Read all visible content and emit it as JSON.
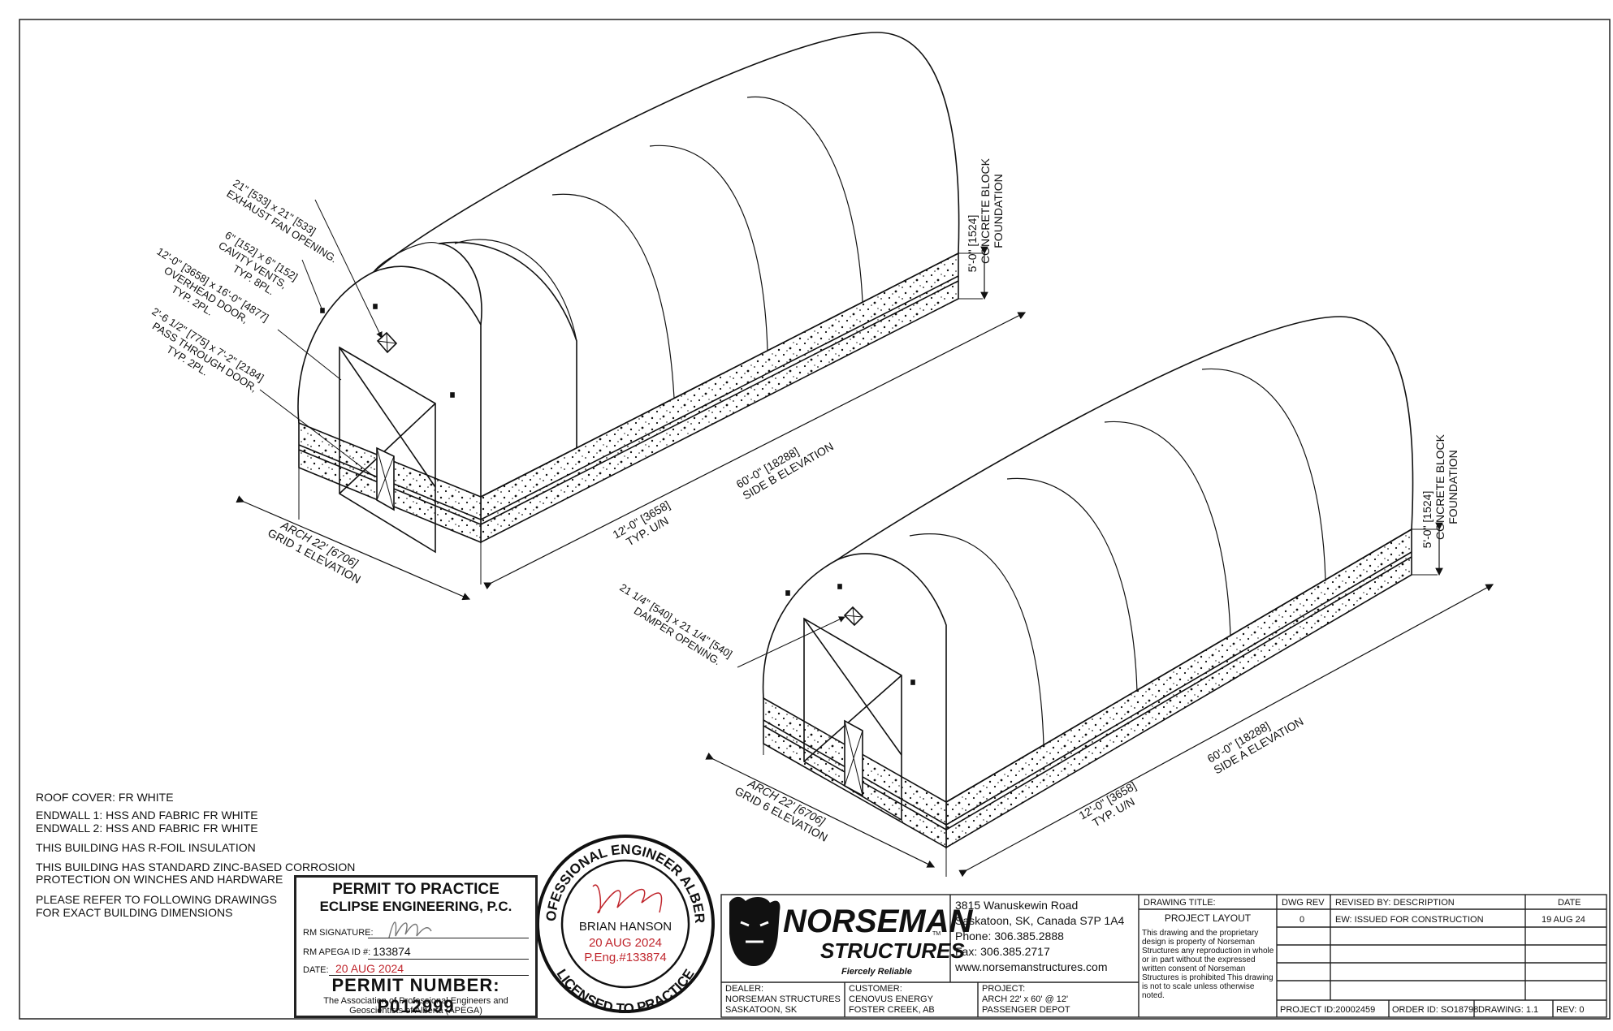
{
  "building1": {
    "callout_exhaust": [
      "21\" [533] x 21\" [533]",
      "EXHAUST FAN OPENING."
    ],
    "callout_vents": [
      "6\" [152] x 6\" [152]",
      "CAVITY VENTS,",
      "TYP. 8PL."
    ],
    "callout_overhead": [
      "12'-0\" [3658] x 16'-0\" [4877]",
      "OVERHEAD DOOR,",
      "TYP. 2PL."
    ],
    "callout_pass": [
      "2'-6 1/2\" [775] x 7'-2\" [2184]",
      "PASS THROUGH DOOR,",
      "TYP. 2PL."
    ],
    "foundation": [
      "5'-0\" [1524]",
      "CONCRETE BLOCK",
      "FOUNDATION"
    ],
    "width_dim": [
      "ARCH 22' [6706]",
      "GRID 1 ELEVATION"
    ],
    "spacing_dim": [
      "12'-0\" [3658]",
      "TYP. U/N"
    ],
    "length_dim": [
      "60'-0\" [18288]",
      "SIDE B ELEVATION"
    ]
  },
  "building2": {
    "callout_damper": [
      "21 1/4\" [540] x 21 1/4\" [540]",
      "DAMPER OPENING."
    ],
    "foundation": [
      "5'-0\" [1524]",
      "CONCRETE BLOCK",
      "FOUNDATION"
    ],
    "width_dim": [
      "ARCH 22' [6706]",
      "GRID 6 ELEVATION"
    ],
    "spacing_dim": [
      "12'-0\" [3658]",
      "TYP. U/N"
    ],
    "length_dim": [
      "60'-0\" [18288]",
      "SIDE A ELEVATION"
    ]
  },
  "notes": {
    "roof": "ROOF COVER: FR WHITE",
    "endwall1": "ENDWALL 1: HSS AND FABRIC FR WHITE",
    "endwall2": "ENDWALL 2: HSS AND FABRIC FR WHITE",
    "insulation": "THIS BUILDING HAS R-FOIL INSULATION",
    "corrosion1": "THIS BUILDING HAS STANDARD ZINC-BASED CORROSION",
    "corrosion2": "PROTECTION ON WINCHES AND HARDWARE",
    "refer1": "PLEASE REFER TO FOLLOWING DRAWINGS",
    "refer2": "FOR EXACT BUILDING DIMENSIONS"
  },
  "permit": {
    "title": "PERMIT TO PRACTICE",
    "company": "ECLIPSE ENGINEERING, P.C.",
    "sig_label": "RM SIGNATURE:",
    "apega_label": "RM APEGA ID #:",
    "apega_value": "133874",
    "date_label": "DATE:",
    "date_value": "20 AUG 2024",
    "number": "PERMIT NUMBER:  P012999",
    "assoc1": "The Association of Professional Engineers and",
    "assoc2": "Geoscientists of Alberta (APEGA)"
  },
  "seal": {
    "ring_top": "PROFESSIONAL ENGINEER ALBERTA",
    "ring_bottom": "LICENSED TO PRACTICE",
    "name": "BRIAN HANSON",
    "date": "20 AUG 2024",
    "peng": "P.Eng.#133874"
  },
  "logo": {
    "line1": "NORSEMAN",
    "line2": "STRUCTURES",
    "tagline": "Fiercely Reliable",
    "tm": "TM"
  },
  "address": {
    "street": "3815 Wanuskewin Road",
    "city": "Saskatoon, SK, Canada S7P 1A4",
    "phone": "Phone: 306.385.2888",
    "fax": "Fax: 306.385.2717",
    "web": "www.norsemanstructures.com"
  },
  "title_block": {
    "drawing_title_label": "DRAWING TITLE:",
    "drawing_title": "PROJECT LAYOUT",
    "disclaimer": "This drawing and the proprietary design is property of Norseman Structures any reproduction in whole or in part without the expressed written consent of Norseman Structures is prohibited This drawing is not to scale unless otherwise noted.",
    "dealer_label": "DEALER:",
    "dealer1": "NORSEMAN STRUCTURES",
    "dealer2": "SASKATOON, SK",
    "customer_label": "CUSTOMER:",
    "customer1": "CENOVUS ENERGY",
    "customer2": "FOSTER CREEK, AB",
    "project_label": "PROJECT:",
    "project1": "ARCH 22' x 60' @ 12'",
    "project2": "PASSENGER DEPOT",
    "rev_header": "DWG REV",
    "revised_header": "REVISED BY: DESCRIPTION",
    "date_header": "DATE",
    "rev0": "0",
    "rev0_desc": "EW: ISSUED FOR CONSTRUCTION",
    "rev0_date": "19 AUG 24",
    "project_id": "PROJECT ID:20002459",
    "order_id": "ORDER ID: SO18798",
    "drawing": "DRAWING:  1.1",
    "rev": "REV:   0"
  }
}
